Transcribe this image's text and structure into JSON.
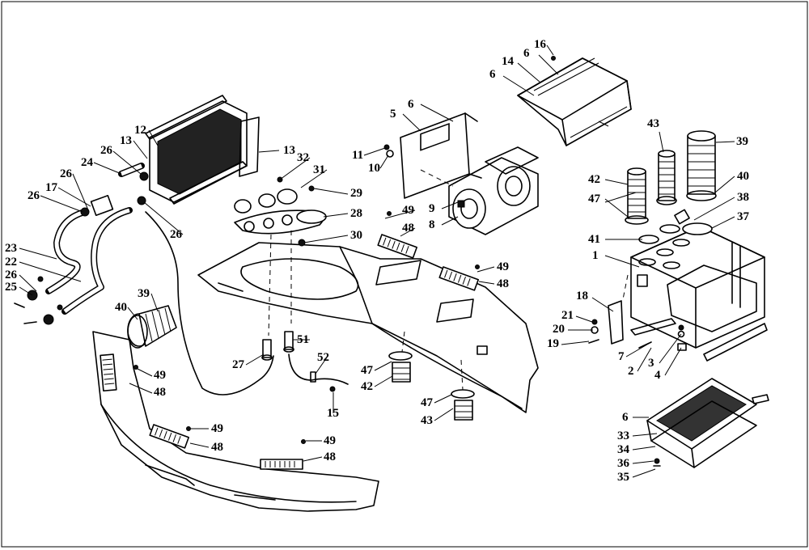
{
  "diagram": {
    "callouts": [
      {
        "id": "c1",
        "label": "16"
      },
      {
        "id": "c2",
        "label": "6"
      },
      {
        "id": "c3",
        "label": "14"
      },
      {
        "id": "c4",
        "label": "6"
      },
      {
        "id": "c5",
        "label": "43"
      },
      {
        "id": "c6",
        "label": "39"
      },
      {
        "id": "c7",
        "label": "42"
      },
      {
        "id": "c8",
        "label": "40"
      },
      {
        "id": "c9",
        "label": "47"
      },
      {
        "id": "c10",
        "label": "38"
      },
      {
        "id": "c11",
        "label": "37"
      },
      {
        "id": "c12",
        "label": "41"
      },
      {
        "id": "c13",
        "label": "1"
      },
      {
        "id": "c14",
        "label": "18"
      },
      {
        "id": "c15",
        "label": "21"
      },
      {
        "id": "c16",
        "label": "20"
      },
      {
        "id": "c17",
        "label": "19"
      },
      {
        "id": "c18",
        "label": "7"
      },
      {
        "id": "c19",
        "label": "2"
      },
      {
        "id": "c20",
        "label": "3"
      },
      {
        "id": "c21",
        "label": "4"
      },
      {
        "id": "c22",
        "label": "6"
      },
      {
        "id": "c23",
        "label": "33"
      },
      {
        "id": "c24",
        "label": "34"
      },
      {
        "id": "c25",
        "label": "36"
      },
      {
        "id": "c26",
        "label": "35"
      },
      {
        "id": "c27",
        "label": "6"
      },
      {
        "id": "c28",
        "label": "5"
      },
      {
        "id": "c29",
        "label": "11"
      },
      {
        "id": "c30",
        "label": "10"
      },
      {
        "id": "c31",
        "label": "9"
      },
      {
        "id": "c32",
        "label": "8"
      },
      {
        "id": "c33",
        "label": "49"
      },
      {
        "id": "c34",
        "label": "48"
      },
      {
        "id": "c35",
        "label": "49"
      },
      {
        "id": "c36",
        "label": "48"
      },
      {
        "id": "c37",
        "label": "12"
      },
      {
        "id": "c38",
        "label": "13"
      },
      {
        "id": "c39",
        "label": "13"
      },
      {
        "id": "c40",
        "label": "26"
      },
      {
        "id": "c41",
        "label": "24"
      },
      {
        "id": "c42",
        "label": "26"
      },
      {
        "id": "c43",
        "label": "17"
      },
      {
        "id": "c44",
        "label": "26"
      },
      {
        "id": "c45",
        "label": "26"
      },
      {
        "id": "c46",
        "label": "32"
      },
      {
        "id": "c47",
        "label": "31"
      },
      {
        "id": "c48",
        "label": "29"
      },
      {
        "id": "c49",
        "label": "28"
      },
      {
        "id": "c50",
        "label": "30"
      },
      {
        "id": "c51",
        "label": "23"
      },
      {
        "id": "c52",
        "label": "22"
      },
      {
        "id": "c53",
        "label": "26"
      },
      {
        "id": "c54",
        "label": "25"
      },
      {
        "id": "c55",
        "label": "39"
      },
      {
        "id": "c56",
        "label": "40"
      },
      {
        "id": "c57",
        "label": "49"
      },
      {
        "id": "c58",
        "label": "48"
      },
      {
        "id": "c59",
        "label": "27"
      },
      {
        "id": "c60",
        "label": "51"
      },
      {
        "id": "c61",
        "label": "52"
      },
      {
        "id": "c62",
        "label": "15"
      },
      {
        "id": "c63",
        "label": "47"
      },
      {
        "id": "c64",
        "label": "42"
      },
      {
        "id": "c65",
        "label": "47"
      },
      {
        "id": "c66",
        "label": "43"
      },
      {
        "id": "c67",
        "label": "49"
      },
      {
        "id": "c68",
        "label": "48"
      },
      {
        "id": "c69",
        "label": "49"
      },
      {
        "id": "c70",
        "label": "48"
      }
    ]
  }
}
